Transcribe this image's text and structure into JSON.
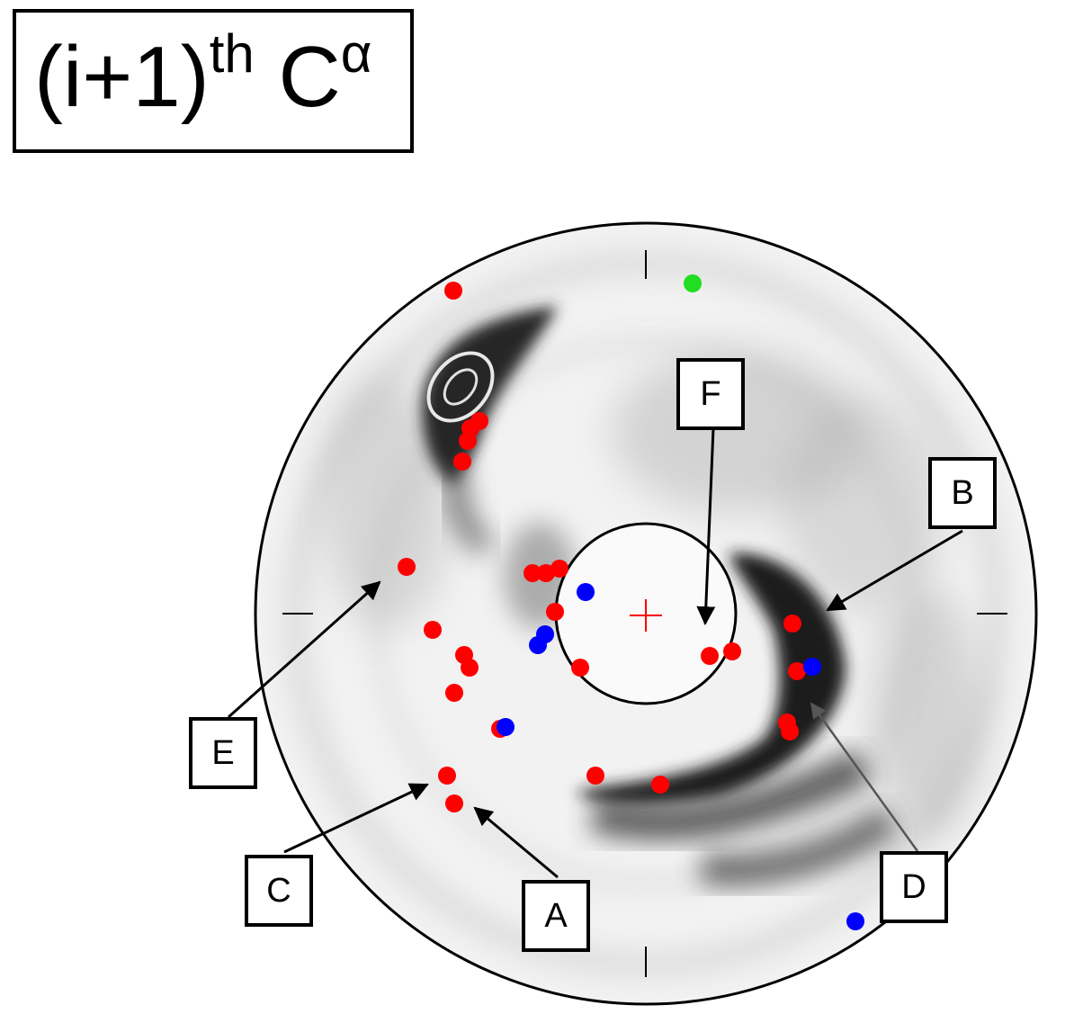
{
  "title": {
    "main": "(i+1)",
    "sup1": "th",
    "gap": " C",
    "sup2": "α"
  },
  "labels": {
    "A": "A",
    "B": "B",
    "C": "C",
    "D": "D",
    "E": "E",
    "F": "F"
  },
  "colors": {
    "red_point": "#ff0000",
    "blue_point": "#0000ff",
    "green_point": "#22dd22",
    "outline": "#000000",
    "center_cross": "#ff0000",
    "density_dark": "#1a1a1a"
  },
  "points": {
    "red_count": 30,
    "blue_count": 6,
    "green_count": 1
  }
}
